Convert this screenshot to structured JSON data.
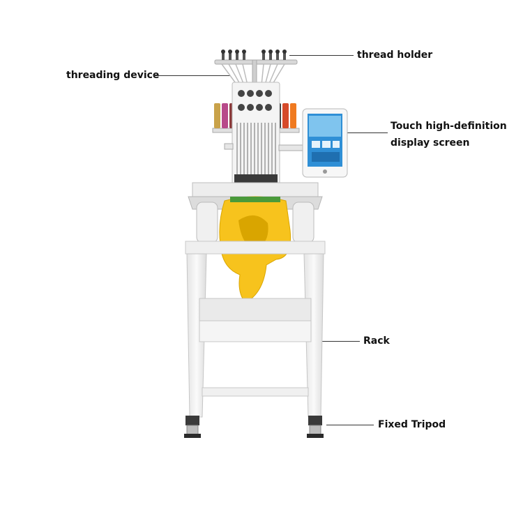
{
  "labels": {
    "thread_holder": "thread holder",
    "threading_device": "threading device",
    "display_line1": "Touch high-definition",
    "display_line2": "display screen",
    "rack": "Rack",
    "fixed_tripod": "Fixed Tripod"
  },
  "colors": {
    "frame": "#f2f2f2",
    "frame_edge": "#c8c8c8",
    "garment": "#f7c31d",
    "screen": "#3aa0e0",
    "dark": "#2a2a2a"
  },
  "spools": [
    "#c9a24a",
    "#b84a8a",
    "#8a3a3a",
    "#2a2a2a",
    "#d64a2a",
    "#f07a20"
  ]
}
